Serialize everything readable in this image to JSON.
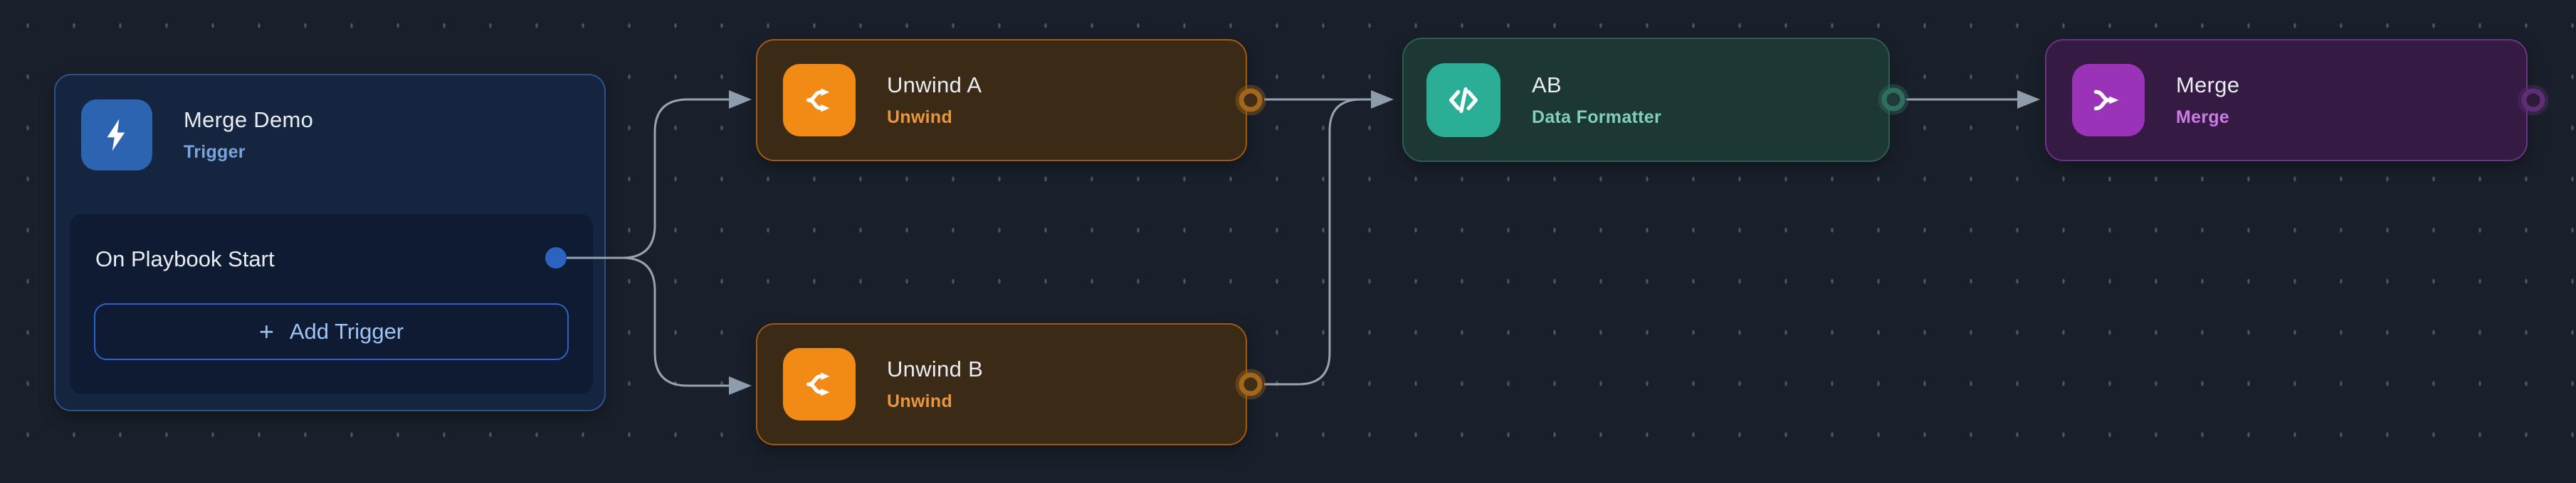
{
  "canvas": {
    "background_color": "#1a202b",
    "grid_dot_color": "#51544f",
    "edge_color": "#97a3b1"
  },
  "trigger_node": {
    "title": "Merge Demo",
    "subtitle": "Trigger",
    "icon": "lightning-icon",
    "accent_color": "#2c64b2",
    "body_color": "#15243f",
    "border_color": "#2d5086",
    "subtitle_color": "#7ba4da",
    "panel": {
      "label": "On Playbook Start",
      "panel_color": "#0e1b33",
      "output_port_color": "#2d63c0",
      "add_button": {
        "plus": "+",
        "label": "Add Trigger",
        "text_color": "#9ec3f5",
        "border_color": "#2e62c9"
      }
    }
  },
  "action_nodes": [
    {
      "title": "Unwind A",
      "subtitle": "Unwind",
      "icon": "split-icon",
      "accent_color": "#f28a16",
      "body_color": "#3b2a16",
      "border_color": "#a05a13",
      "subtitle_color": "#ea9640",
      "port_ring_color": "#a2661d"
    },
    {
      "title": "Unwind B",
      "subtitle": "Unwind",
      "icon": "split-icon",
      "accent_color": "#f28a16",
      "body_color": "#3b2a16",
      "border_color": "#a05a13",
      "subtitle_color": "#ea9640",
      "port_ring_color": "#a2661d"
    },
    {
      "title": "AB",
      "subtitle": "Data Formatter",
      "icon": "code-icon",
      "accent_color": "#2bae96",
      "body_color": "#1d3734",
      "border_color": "#2c5c52",
      "subtitle_color": "#7fd0bd",
      "port_ring_color": "#2f6f62"
    },
    {
      "title": "Merge",
      "subtitle": "Merge",
      "icon": "merge-icon",
      "accent_color": "#9a33b8",
      "body_color": "#351a43",
      "border_color": "#6a3386",
      "subtitle_color": "#c97ee2",
      "port_ring_color": "#5e2f75"
    }
  ],
  "edges": [
    {
      "from": "On Playbook Start",
      "to": "Unwind A"
    },
    {
      "from": "On Playbook Start",
      "to": "Unwind B"
    },
    {
      "from": "Unwind A",
      "to": "AB"
    },
    {
      "from": "Unwind B",
      "to": "AB"
    },
    {
      "from": "AB",
      "to": "Merge"
    }
  ]
}
